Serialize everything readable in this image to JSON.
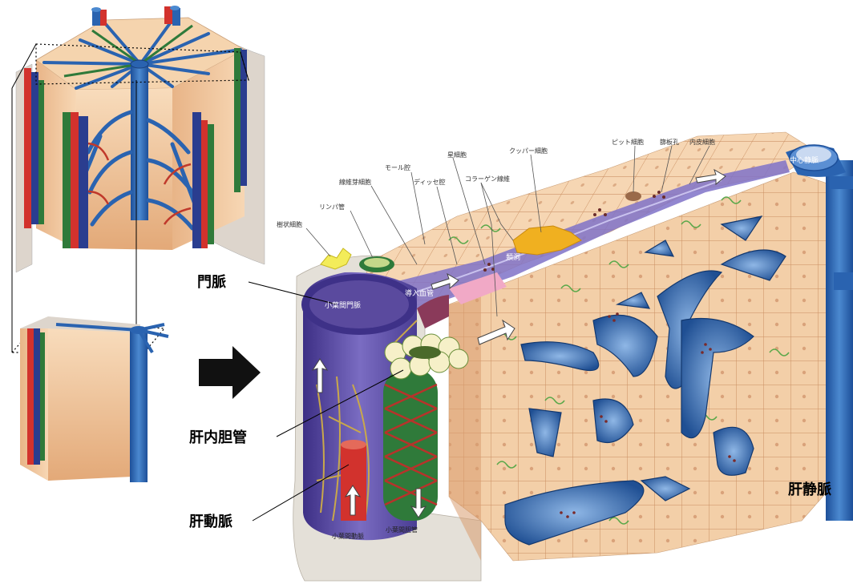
{
  "labels": {
    "portal_vein": "門脈",
    "intrahepatic_bile_duct": "肝内胆管",
    "hepatic_artery": "肝動脈",
    "hepatic_vein": "肝静脈"
  },
  "annotations": {
    "dendritic_cell": "樹状細胞",
    "lymph_vessel": "リンパ管",
    "fibroblast": "線維芽細胞",
    "space_of_mall": "モール腔",
    "space_of_disse": "ディッセ腔",
    "stellate_cell": "星細胞",
    "collagen_fiber": "コラーゲン線維",
    "kupffer_cell": "クッパー細胞",
    "pit_cell": "ピット細胞",
    "fenestra": "篩板孔",
    "endothelial_cell": "内皮細胞",
    "central_vein": "中心静脈",
    "sinusoid": "類洞",
    "inlet_venule": "導入血管",
    "interlobular_portal_vein": "小葉間門脈",
    "interlobular_artery": "小葉間動脈",
    "interlobular_bile_duct": "小葉間胆管"
  },
  "colors": {
    "parenchyma": "#f2c9a2",
    "portal_purple": "#5a4a9e",
    "vein_blue": "#2a63b0",
    "artery_red": "#d2322d",
    "bile_green": "#2f7a3a",
    "kupffer_yellow": "#f0b020"
  }
}
